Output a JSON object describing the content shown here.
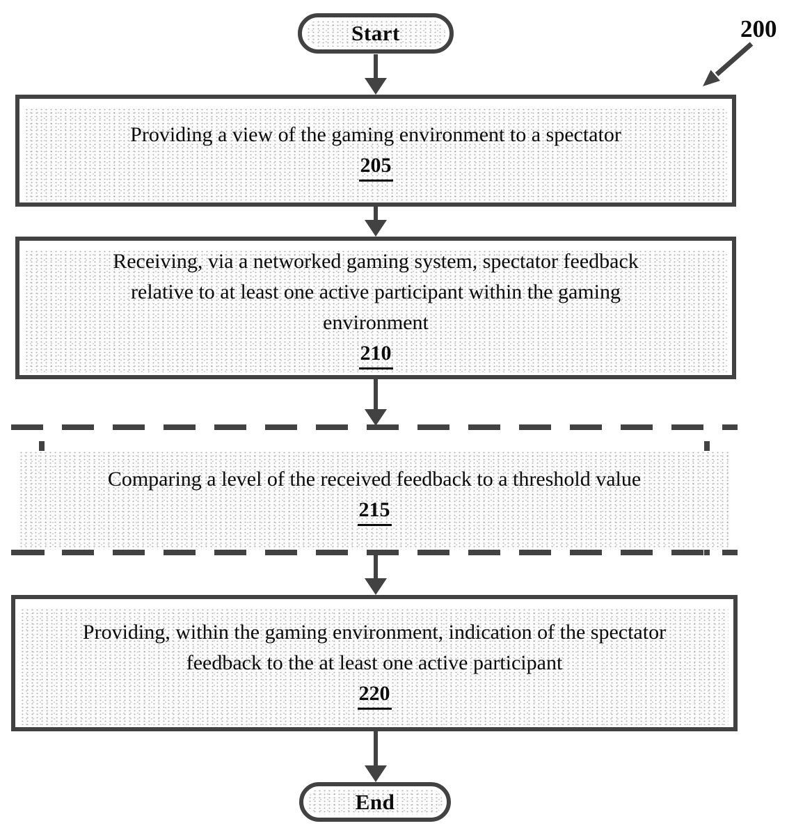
{
  "figure": {
    "reference": "200"
  },
  "terminals": {
    "start": "Start",
    "end": "End"
  },
  "steps": [
    {
      "number": "205",
      "border": "solid",
      "lines": [
        "Providing a view of the gaming environment to a spectator"
      ]
    },
    {
      "number": "210",
      "border": "solid",
      "lines": [
        "Receiving, via a networked gaming system, spectator feedback",
        "relative to at least one active participant within the gaming",
        "environment"
      ]
    },
    {
      "number": "215",
      "border": "dashed",
      "lines": [
        "Comparing a level of the received feedback to a threshold value"
      ]
    },
    {
      "number": "220",
      "border": "solid",
      "lines": [
        "Providing, within the gaming environment, indication of the spectator",
        "feedback to the at least one active participant"
      ]
    }
  ],
  "colors": {
    "line": "#424242",
    "text": "#0c0c0c",
    "fill": "#fcfcfc"
  }
}
